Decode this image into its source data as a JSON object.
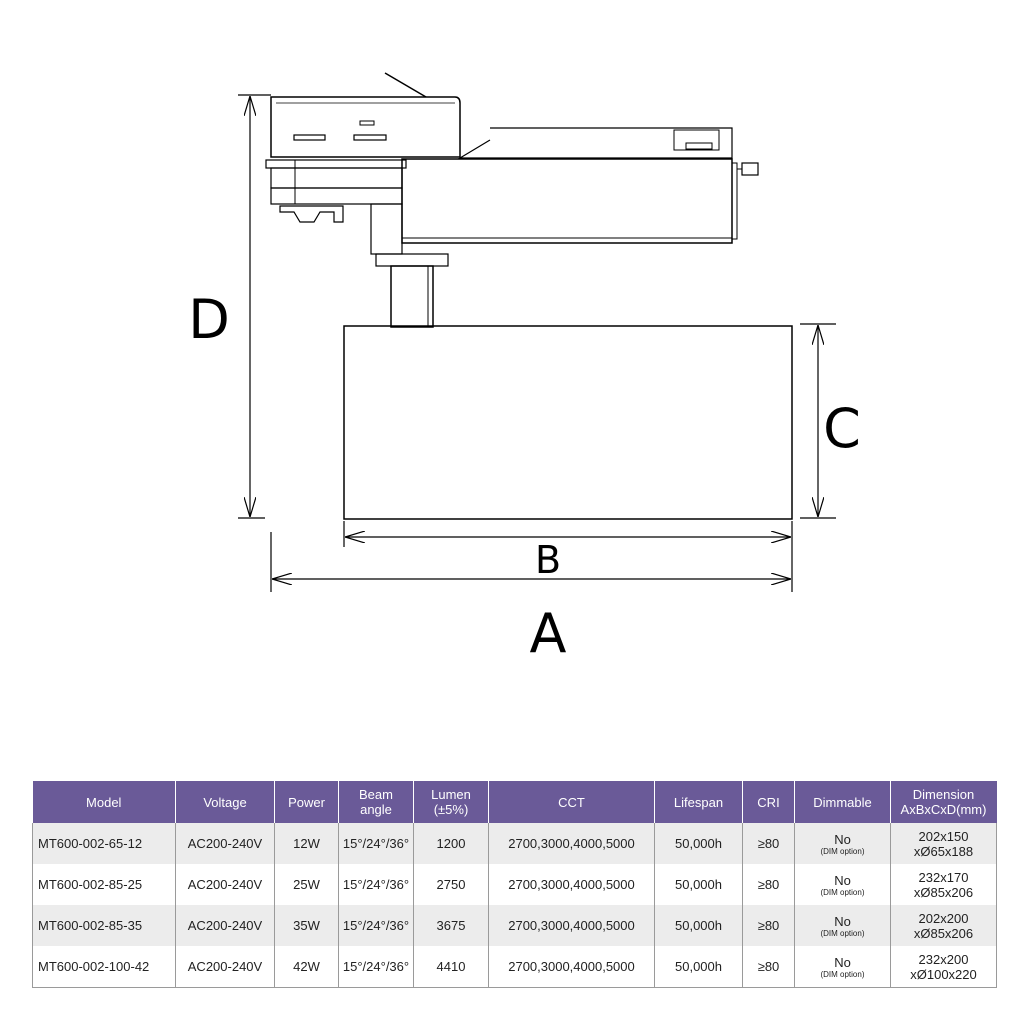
{
  "dimension_labels": {
    "a": "A",
    "b": "B",
    "c": "C",
    "d": "D"
  },
  "table": {
    "headers": [
      {
        "line1": "Model",
        "line2": ""
      },
      {
        "line1": "Voltage",
        "line2": ""
      },
      {
        "line1": "Power",
        "line2": ""
      },
      {
        "line1": "Beam",
        "line2": "angle"
      },
      {
        "line1": "Lumen",
        "line2": "(±5%)"
      },
      {
        "line1": "CCT",
        "line2": ""
      },
      {
        "line1": "Lifespan",
        "line2": ""
      },
      {
        "line1": "CRI",
        "line2": ""
      },
      {
        "line1": "Dimmable",
        "line2": ""
      },
      {
        "line1": "Dimension",
        "line2": "AxBxCxD(mm)"
      }
    ],
    "rows": [
      {
        "model": "MT600-002-65-12",
        "voltage": "AC200-240V",
        "power": "12W",
        "beam": "15°/24°/36°",
        "lumen": "1200",
        "cct": "2700,3000,4000,5000",
        "lifespan": "50,000h",
        "cri": "≥80",
        "dimmable": "No",
        "dim_note": "(DIM option)",
        "dimension_line1": "202x150",
        "dimension_line2": "xØ65x188"
      },
      {
        "model": "MT600-002-85-25",
        "voltage": "AC200-240V",
        "power": "25W",
        "beam": "15°/24°/36°",
        "lumen": "2750",
        "cct": "2700,3000,4000,5000",
        "lifespan": "50,000h",
        "cri": "≥80",
        "dimmable": "No",
        "dim_note": "(DIM option)",
        "dimension_line1": "232x170",
        "dimension_line2": "xØ85x206"
      },
      {
        "model": "MT600-002-85-35",
        "voltage": "AC200-240V",
        "power": "35W",
        "beam": "15°/24°/36°",
        "lumen": "3675",
        "cct": "2700,3000,4000,5000",
        "lifespan": "50,000h",
        "cri": "≥80",
        "dimmable": "No",
        "dim_note": "(DIM option)",
        "dimension_line1": "202x200",
        "dimension_line2": "xØ85x206"
      },
      {
        "model": "MT600-002-100-42",
        "voltage": "AC200-240V",
        "power": "42W",
        "beam": "15°/24°/36°",
        "lumen": "4410",
        "cct": "2700,3000,4000,5000",
        "lifespan": "50,000h",
        "cri": "≥80",
        "dimmable": "No",
        "dim_note": "(DIM option)",
        "dimension_line1": "232x200",
        "dimension_line2": "xØ100x220"
      }
    ]
  },
  "colors": {
    "header_bg": "#6a5a98",
    "row_alt_bg": "#ececec",
    "line": "#000000"
  }
}
